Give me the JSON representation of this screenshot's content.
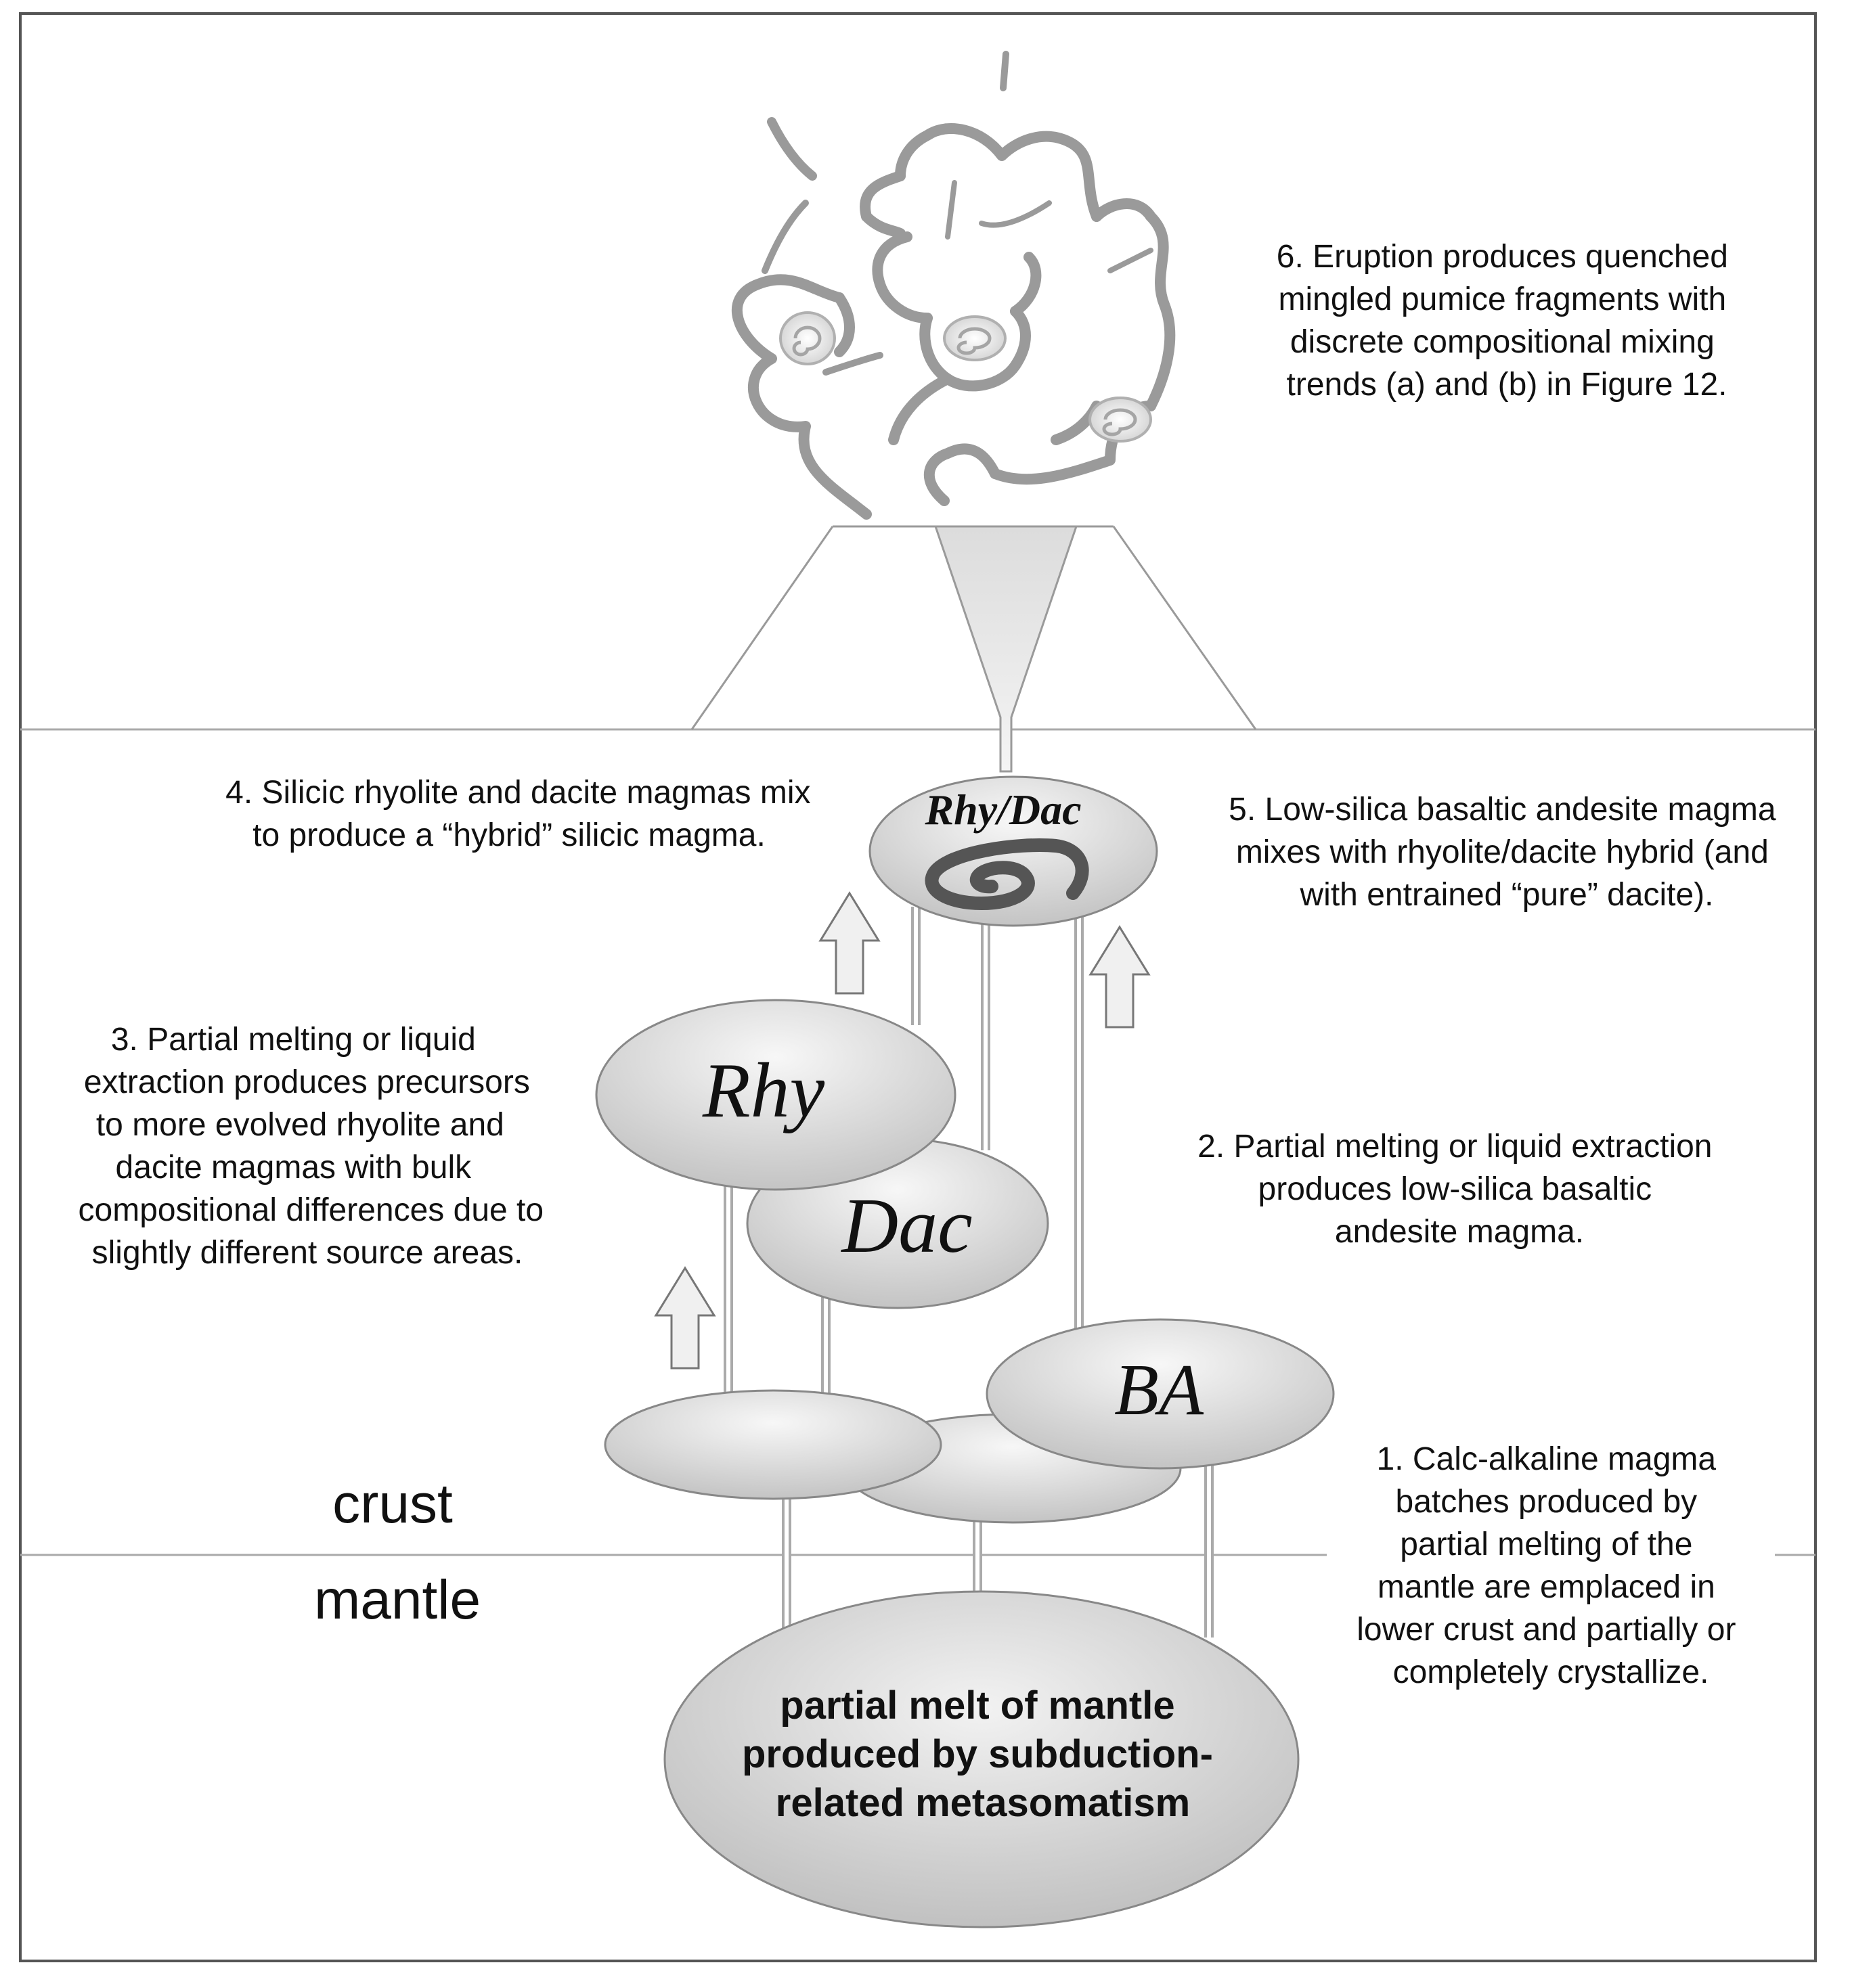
{
  "layers": {
    "crust": "crust",
    "mantle": "mantle"
  },
  "bodies": {
    "rhy_dac": "Rhy/Dac",
    "rhy": "Rhy",
    "dac": "Dac",
    "ba": "BA",
    "mantle_melt": [
      "partial melt of mantle",
      "produced by subduction-",
      "related metasomatism"
    ]
  },
  "notes": {
    "step1": [
      "1. Calc-alkaline magma",
      "batches produced by",
      "partial melting of the",
      "mantle are emplaced in",
      "lower crust and partially or",
      "completely crystallize."
    ],
    "step2": [
      "2. Partial melting or liquid extraction",
      "produces low-silica basaltic",
      "andesite magma."
    ],
    "step3": [
      "3. Partial melting or liquid",
      "extraction produces precursors",
      "to more evolved rhyolite and",
      "dacite magmas with bulk",
      "compositional differences due to",
      "slightly different source areas."
    ],
    "step4": [
      "4. Silicic rhyolite and dacite magmas mix",
      "to produce a “hybrid” silicic magma."
    ],
    "step5": [
      "5. Low-silica basaltic andesite magma",
      "mixes with rhyolite/dacite hybrid (and",
      "with entrained “pure” dacite)."
    ],
    "step6": [
      "6. Eruption produces quenched",
      "mingled pumice fragments with",
      "discrete compositional mixing",
      "trends (a) and (b) in Figure 12."
    ]
  },
  "colors": {
    "frame": "#555555",
    "line": "#999999",
    "ellipse_light": "#f2f2f2",
    "ellipse_dark": "#c8c8c8",
    "plume": "#9a9a9a",
    "text": "#111111"
  }
}
